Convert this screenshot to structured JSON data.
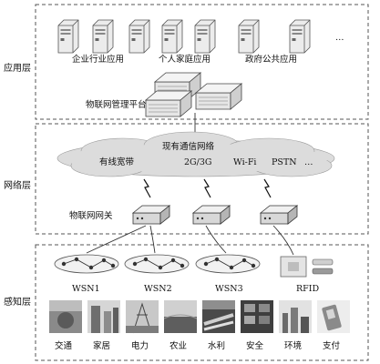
{
  "layers": {
    "application": "应用层",
    "network": "网络层",
    "perception": "感知层"
  },
  "application": {
    "server_labels": [
      "企业行业应用",
      "个人家庭应用",
      "政府公共应用"
    ],
    "ellipsis": "…",
    "platform": "物联网管理平台"
  },
  "network": {
    "cloud_title": "现有通信网络",
    "cloud_items": [
      "有线宽带",
      "2G/3G",
      "Wi-Fi",
      "PSTN",
      "…"
    ],
    "gateway": "物联网网关"
  },
  "perception": {
    "networks": [
      "WSN1",
      "WSN2",
      "WSN3",
      "RFID"
    ],
    "domains": [
      "交通",
      "家居",
      "电力",
      "农业",
      "水利",
      "安全",
      "环境",
      "支付"
    ]
  }
}
